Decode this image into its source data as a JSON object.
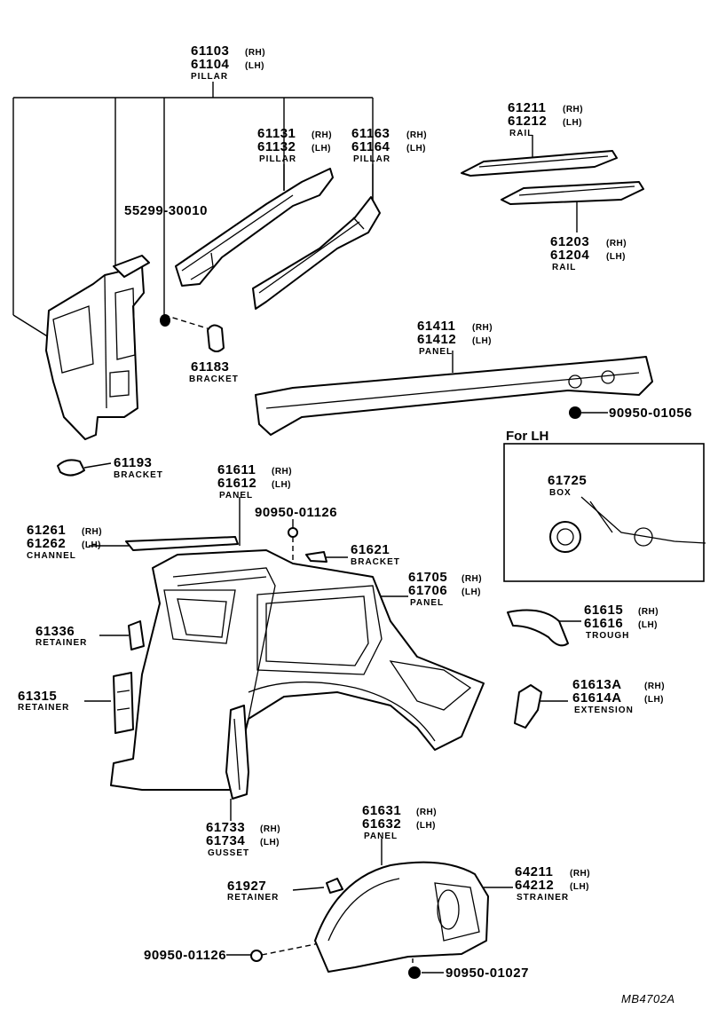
{
  "callouts": [
    {
      "id": "c61103",
      "lines": [
        {
          "text": "61103",
          "side": "(RH)"
        },
        {
          "text": "61104",
          "side": "(LH)"
        }
      ],
      "name": "PILLAR"
    },
    {
      "id": "c61131",
      "lines": [
        {
          "text": "61131",
          "side": "(RH)"
        },
        {
          "text": "61132",
          "side": "(LH)"
        }
      ],
      "name": "PILLAR"
    },
    {
      "id": "c61163",
      "lines": [
        {
          "text": "61163",
          "side": "(RH)"
        },
        {
          "text": "61164",
          "side": "(LH)"
        }
      ],
      "name": "PILLAR"
    },
    {
      "id": "c61211",
      "lines": [
        {
          "text": "61211",
          "side": "(RH)"
        },
        {
          "text": "61212",
          "side": "(LH)"
        }
      ],
      "name": "RAIL"
    },
    {
      "id": "c55299",
      "lines": [
        {
          "text": "55299-30010",
          "side": ""
        }
      ],
      "name": ""
    },
    {
      "id": "c61203",
      "lines": [
        {
          "text": "61203",
          "side": "(RH)"
        },
        {
          "text": "61204",
          "side": "(LH)"
        }
      ],
      "name": "RAIL"
    },
    {
      "id": "c61411",
      "lines": [
        {
          "text": "61411",
          "side": "(RH)"
        },
        {
          "text": "61412",
          "side": "(LH)"
        }
      ],
      "name": "PANEL"
    },
    {
      "id": "c61183",
      "lines": [
        {
          "text": "61183",
          "side": ""
        }
      ],
      "name": "BRACKET"
    },
    {
      "id": "c90950a",
      "lines": [
        {
          "text": "90950-01056",
          "side": ""
        }
      ],
      "name": ""
    },
    {
      "id": "c61193",
      "lines": [
        {
          "text": "61193",
          "side": ""
        }
      ],
      "name": "BRACKET"
    },
    {
      "id": "c61611",
      "lines": [
        {
          "text": "61611",
          "side": "(RH)"
        },
        {
          "text": "61612",
          "side": "(LH)"
        }
      ],
      "name": "PANEL"
    },
    {
      "id": "c61725",
      "lines": [
        {
          "text": "61725",
          "side": ""
        }
      ],
      "name": "BOX"
    },
    {
      "id": "c90950b",
      "lines": [
        {
          "text": "90950-01126",
          "side": ""
        }
      ],
      "name": ""
    },
    {
      "id": "c61261",
      "lines": [
        {
          "text": "61261",
          "side": "(RH)"
        },
        {
          "text": "61262",
          "side": "(LH)"
        }
      ],
      "name": "CHANNEL"
    },
    {
      "id": "c61621",
      "lines": [
        {
          "text": "61621",
          "side": ""
        }
      ],
      "name": "BRACKET"
    },
    {
      "id": "c61705",
      "lines": [
        {
          "text": "61705",
          "side": "(RH)"
        },
        {
          "text": "61706",
          "side": "(LH)"
        }
      ],
      "name": "PANEL"
    },
    {
      "id": "c61336",
      "lines": [
        {
          "text": "61336",
          "side": ""
        }
      ],
      "name": "RETAINER"
    },
    {
      "id": "c61615",
      "lines": [
        {
          "text": "61615",
          "side": "(RH)"
        },
        {
          "text": "61616",
          "side": "(LH)"
        }
      ],
      "name": "TROUGH"
    },
    {
      "id": "c61315",
      "lines": [
        {
          "text": "61315",
          "side": ""
        }
      ],
      "name": "RETAINER"
    },
    {
      "id": "c61613",
      "lines": [
        {
          "text": "61613A",
          "side": "(RH)"
        },
        {
          "text": "61614A",
          "side": "(LH)"
        }
      ],
      "name": "EXTENSION"
    },
    {
      "id": "c61733",
      "lines": [
        {
          "text": "61733",
          "side": "(RH)"
        },
        {
          "text": "61734",
          "side": "(LH)"
        }
      ],
      "name": "GUSSET"
    },
    {
      "id": "c61631",
      "lines": [
        {
          "text": "61631",
          "side": "(RH)"
        },
        {
          "text": "61632",
          "side": "(LH)"
        }
      ],
      "name": "PANEL"
    },
    {
      "id": "c61927",
      "lines": [
        {
          "text": "61927",
          "side": ""
        }
      ],
      "name": "RETAINER"
    },
    {
      "id": "c64211",
      "lines": [
        {
          "text": "64211",
          "side": "(RH)"
        },
        {
          "text": "64212",
          "side": "(LH)"
        }
      ],
      "name": "STRAINER"
    },
    {
      "id": "c90950c",
      "lines": [
        {
          "text": "90950-01126",
          "side": ""
        }
      ],
      "name": ""
    },
    {
      "id": "c90950d",
      "lines": [
        {
          "text": "90950-01027",
          "side": ""
        }
      ],
      "name": ""
    }
  ],
  "inset": {
    "title": "For LH"
  },
  "drawing_code": "MB4702A"
}
